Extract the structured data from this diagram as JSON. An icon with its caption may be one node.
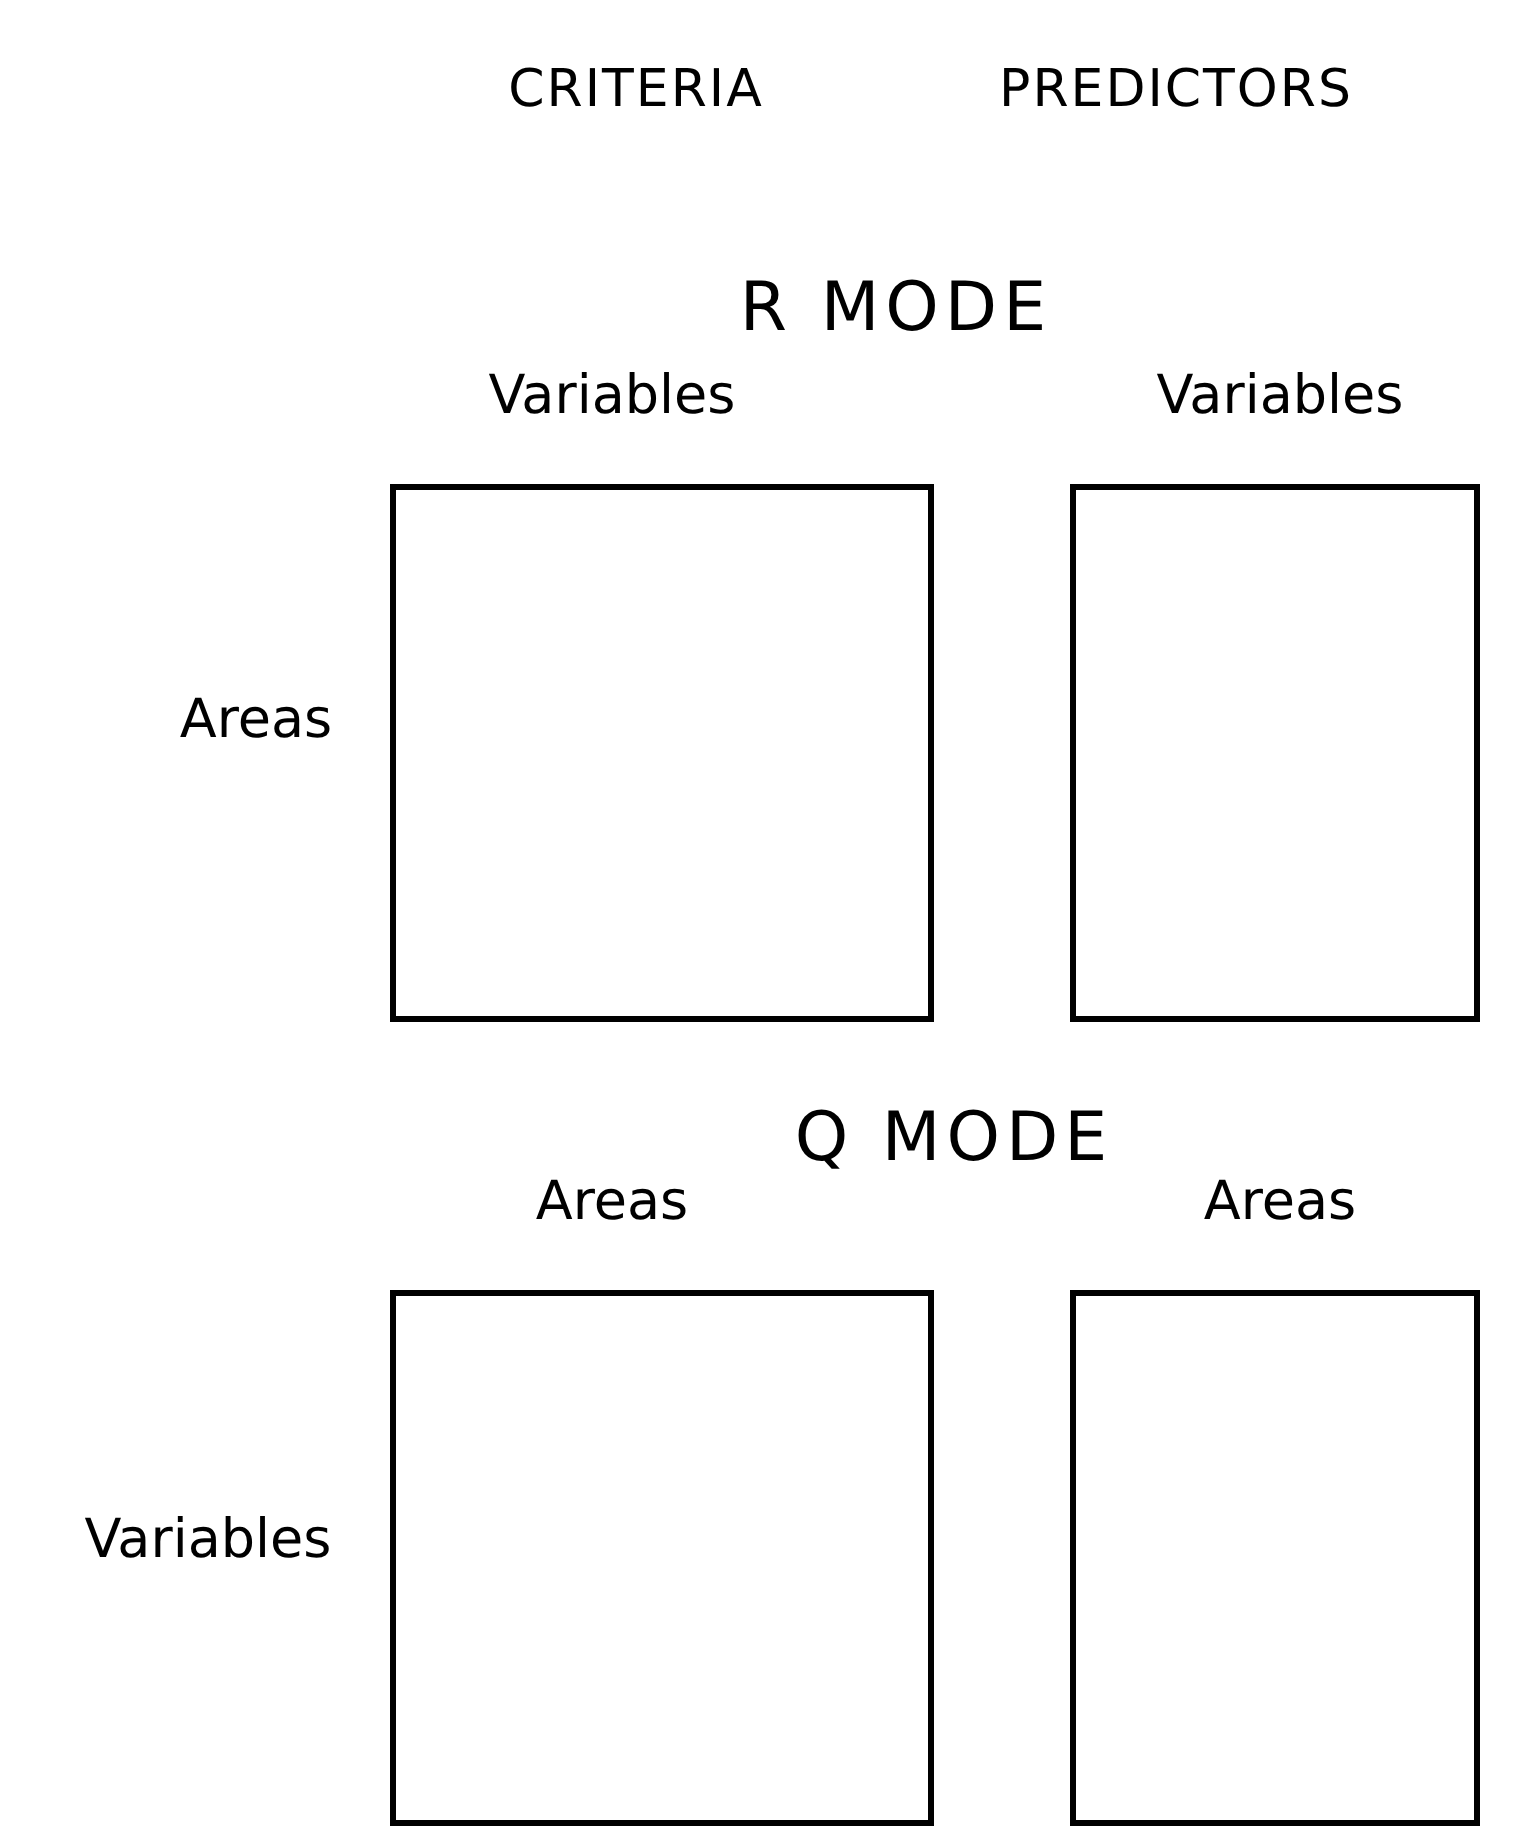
{
  "diagram": {
    "nodes": [
      {
        "text": [],
        "shape": "box",
        "beside": [
          "Variables"
        ]
      },
      {
        "text": [],
        "shape": "box",
        "beside": [
          "Variables"
        ]
      },
      {
        "text": [],
        "shape": "box",
        "beside": [
          "Areas"
        ]
      },
      {
        "text": [],
        "shape": "box",
        "beside": [
          "Areas"
        ]
      }
    ],
    "labels": [
      "CRITERIA",
      "PREDICTORS",
      "R MODE",
      "Areas",
      "Q MODE",
      "Variables"
    ]
  }
}
